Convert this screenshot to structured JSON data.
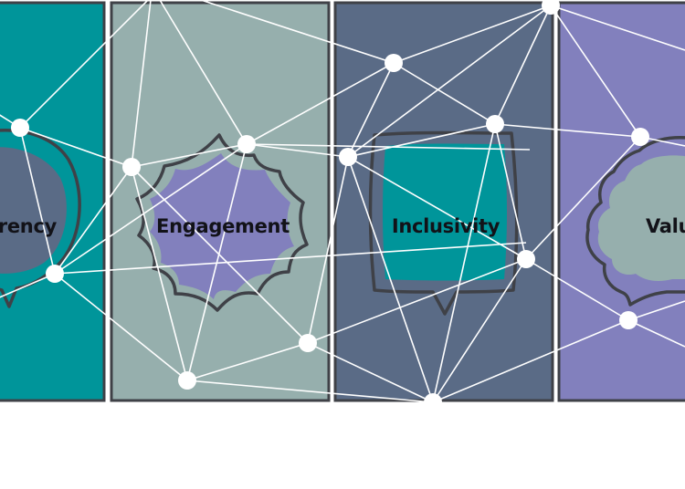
{
  "colors": {
    "teal": "#00959a",
    "sage": "#96afad",
    "slate": "#5a6b86",
    "periwinkle": "#8280bd",
    "outline": "#3f4147",
    "network": "#ffffff"
  },
  "panels": [
    {
      "id": "transparency",
      "label": "Transparency",
      "visible_label": "arency",
      "panel_color": "teal",
      "bubble_shape": "round-speech-bubble",
      "bubble_fill": "slate"
    },
    {
      "id": "engagement",
      "label": "Engagement",
      "visible_label": "Engagement",
      "panel_color": "sage",
      "bubble_shape": "spiky-burst",
      "bubble_fill": "periwinkle"
    },
    {
      "id": "inclusivity",
      "label": "Inclusivity",
      "visible_label": "Inclusivity",
      "panel_color": "slate",
      "bubble_shape": "rectangular-speech-bubble",
      "bubble_fill": "teal"
    },
    {
      "id": "values",
      "label": "Values",
      "visible_label": "Valu",
      "panel_color": "periwinkle",
      "bubble_shape": "cloud-thought-bubble",
      "bubble_fill": "sage"
    }
  ]
}
